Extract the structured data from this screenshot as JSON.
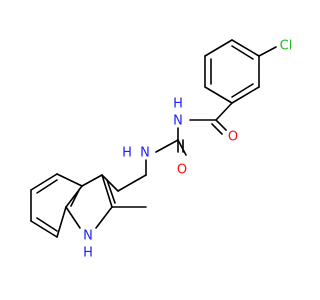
{
  "colors": {
    "bond": "#000000",
    "carbon_text": "#000000",
    "nitrogen": "#1f1fff",
    "oxygen": "#ff0d0d",
    "chlorine": "#1fbf1f",
    "background": "#ffffff"
  },
  "atoms": {
    "chlorine": "Cl",
    "oxygen_amide": "O",
    "oxygen_urea": "O",
    "nitrogen_imide": "N",
    "hydrogen_imide": "H",
    "nitrogen_urea": "N",
    "hydrogen_urea": "H",
    "nitrogen_indole": "N",
    "hydrogen_indole": "H"
  }
}
